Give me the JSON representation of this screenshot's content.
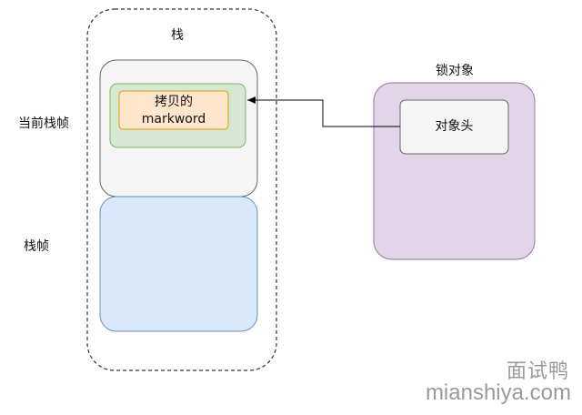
{
  "stack": {
    "label": "栈"
  },
  "current_frame": {
    "label": "当前栈帧"
  },
  "frame": {
    "label": "栈帧"
  },
  "copied_markword": {
    "line1": "拷贝的",
    "line2": "markword"
  },
  "lock_object": {
    "label": "锁对象",
    "header_label": "对象头"
  },
  "watermark": {
    "cn": "面试鸭",
    "en": "mianshiya.com"
  },
  "colors": {
    "stack_border": "#333333",
    "current_frame_fill": "#f5f5f5",
    "frame_fill": "#dae8fc",
    "frame_border": "#6c8ebf",
    "record_fill": "#d5e8d4",
    "record_border": "#82b366",
    "markword_fill": "#ffe6cc",
    "markword_border": "#d79b00",
    "lock_object_fill": "#e1d5e7",
    "lock_object_border": "#9673a6",
    "header_fill": "#f5f5f5",
    "header_border": "#666666"
  }
}
